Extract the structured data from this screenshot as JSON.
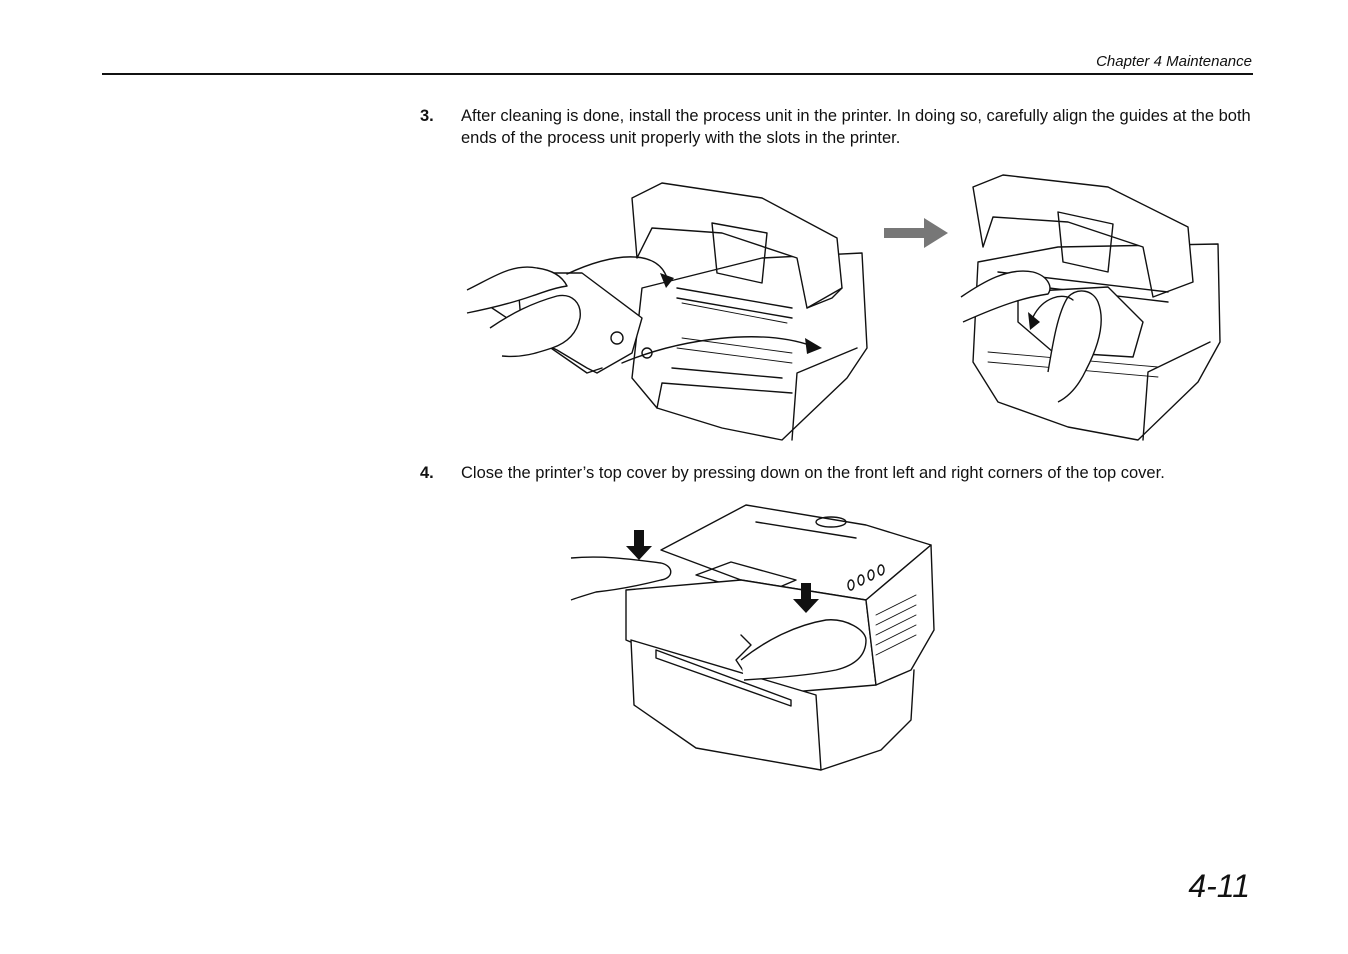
{
  "header": {
    "chapter_title": "Chapter 4  Maintenance"
  },
  "steps": [
    {
      "number": "3.",
      "text": "After cleaning is done, install the process unit in the printer. In doing so, carefully align the guides at the both ends of the process unit properly with the slots in the printer."
    },
    {
      "number": "4.",
      "text": "Close the printer’s top cover by pressing down on the front left and right corners of the top cover."
    }
  ],
  "footer": {
    "page_number": "4-11"
  },
  "colors": {
    "text": "#111111",
    "arrow": "#777777",
    "background": "#ffffff"
  },
  "icons": {
    "sequence_arrow": "right-arrow-icon",
    "press_arrow": "down-arrow-icon"
  }
}
